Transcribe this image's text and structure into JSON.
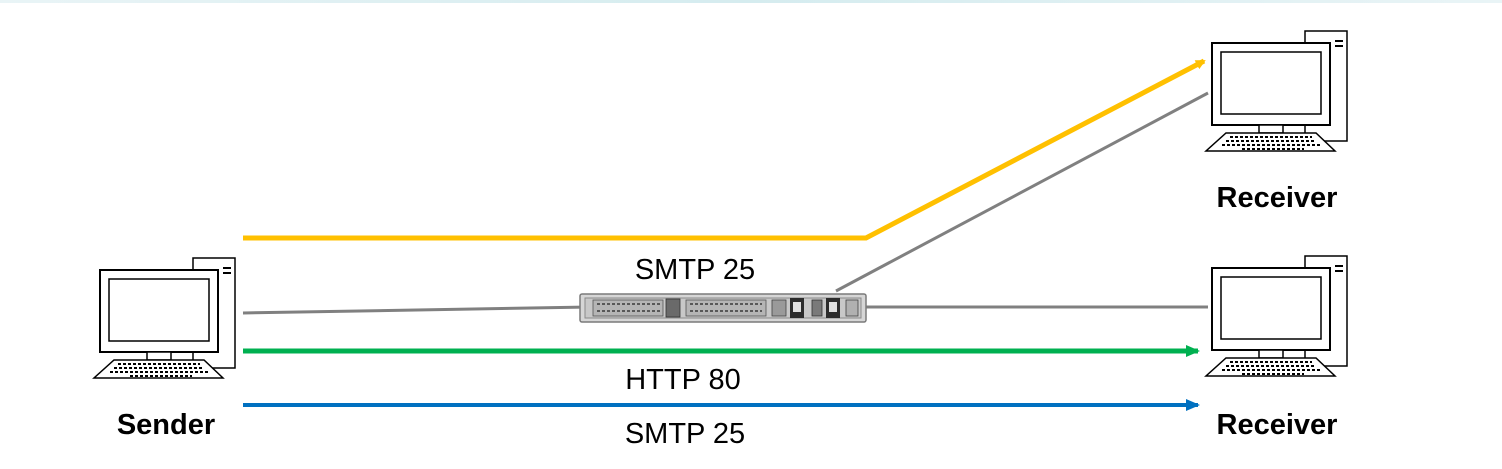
{
  "nodes": {
    "sender": {
      "label": "Sender"
    },
    "receiver_top": {
      "label": "Receiver"
    },
    "receiver_bottom": {
      "label": "Receiver"
    },
    "device": {
      "icon": "network-appliance-icon"
    }
  },
  "flows": [
    {
      "id": "flow-smtp-via-device",
      "label": "SMTP 25",
      "color": "#ffc000"
    },
    {
      "id": "flow-http",
      "label": "HTTP 80",
      "color": "#00b050"
    },
    {
      "id": "flow-smtp-direct",
      "label": "SMTP 25",
      "color": "#0070c0"
    }
  ],
  "links": {
    "color": "#808080"
  },
  "icons": {
    "computer": "desktop-computer-icon",
    "arrow": "arrowhead-icon"
  }
}
